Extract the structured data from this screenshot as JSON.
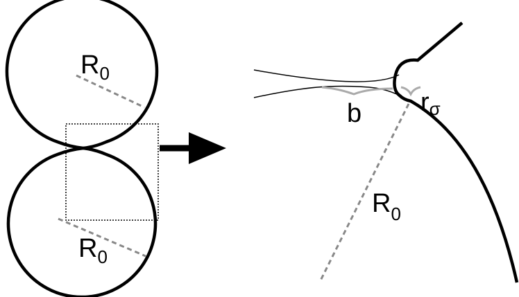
{
  "left_panel": {
    "upper_radius_label": "R",
    "upper_radius_subscript": "0",
    "lower_radius_label": "R",
    "lower_radius_subscript": "0"
  },
  "right_panel": {
    "neck_label": "b",
    "neck_radius_label": "r",
    "neck_radius_subscript": "σ",
    "radius_label": "R",
    "radius_subscript": "0"
  }
}
